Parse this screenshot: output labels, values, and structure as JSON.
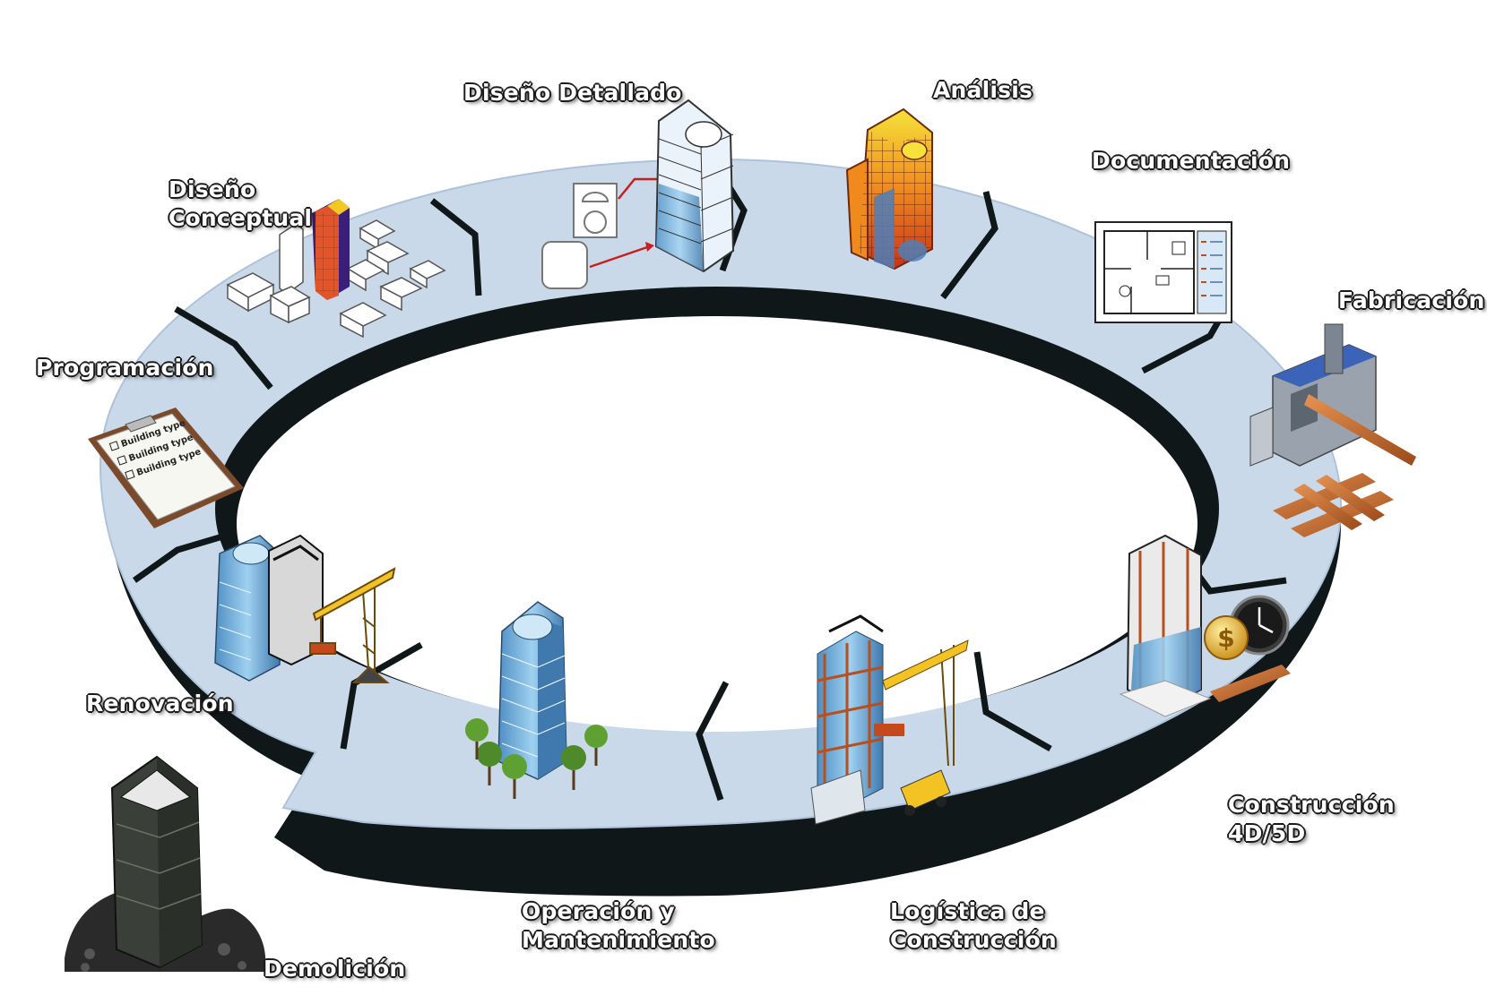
{
  "colors": {
    "ring_face": "#c9d9ea",
    "ring_wall": "#0f1719",
    "divider": "#0f1719"
  },
  "stages": {
    "diseno_detallado": "Diseño Detallado",
    "analisis": "Análisis",
    "documentacion": "Documentación",
    "diseno_conceptual_line1": "Diseño",
    "diseno_conceptual_line2": "Conceptual",
    "fabricacion": "Fabricación",
    "programacion": "Programación",
    "renovacion": "Renovación",
    "construccion_line1": "Construcción",
    "construccion_line2": "4D/5D",
    "operacion_line1": "Operación y",
    "operacion_line2": "Mantenimiento",
    "logistica_line1": "Logística de",
    "logistica_line2": "Construcción",
    "demolicion": "Demolición"
  },
  "clipboard_items": [
    "Building type",
    "Building type",
    "Building type"
  ],
  "icons": {
    "design": "tower-sketch-icon",
    "analysis": "heatmap-tower-icon",
    "documentation": "floor-plan-icon",
    "fabrication": "cnc-machine-icon",
    "programming": "clipboard-icon",
    "construction": "tower-crane-icon",
    "cost": "coin-clock-icon",
    "operation": "glass-tower-trees-icon",
    "demolition": "rubble-tower-icon"
  }
}
